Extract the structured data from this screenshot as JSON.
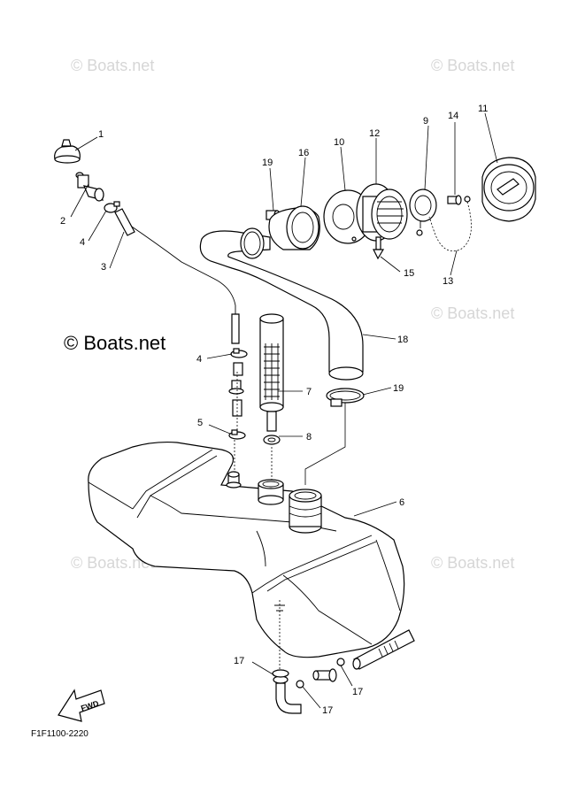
{
  "watermarks": {
    "top_left": "© Boats.net",
    "top_right": "© Boats.net",
    "center_left": "© Boats.net",
    "center_right": "© Boats.net",
    "lower_left": "© Boats.net",
    "lower_right": "© Boats.net"
  },
  "callouts": {
    "c1": "1",
    "c2": "2",
    "c3": "3",
    "c4a": "4",
    "c4b": "4",
    "c5": "5",
    "c6": "6",
    "c7": "7",
    "c8": "8",
    "c9": "9",
    "c10": "10",
    "c11": "11",
    "c12": "12",
    "c13": "13",
    "c14": "14",
    "c15": "15",
    "c16": "16",
    "c17a": "17",
    "c17b": "17",
    "c17c": "17",
    "c18": "18",
    "c19a": "19",
    "c19b": "19"
  },
  "fwd_label": "FWD",
  "diagram_code": "F1F1100-2220",
  "colors": {
    "line": "#000000",
    "watermark": "#d6d6d6"
  }
}
